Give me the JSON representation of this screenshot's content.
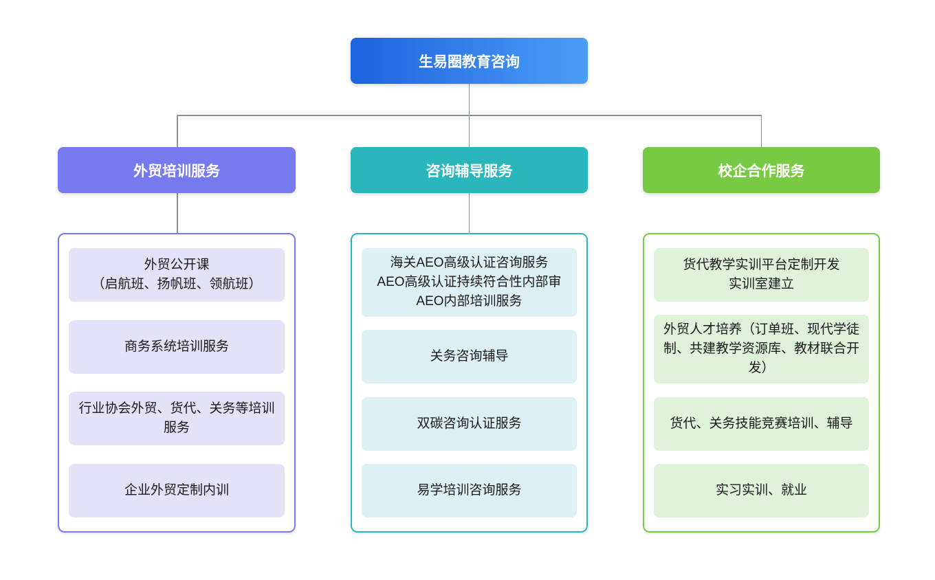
{
  "page": {
    "background": "#ffffff",
    "connector_color": "#8b919b",
    "text_color": "#1a1a1a"
  },
  "root": {
    "label": "生易圈教育咨询",
    "gradient_from": "#1d63de",
    "gradient_to": "#4b9ef7",
    "text_color": "#ffffff"
  },
  "branches": [
    {
      "label": "外贸培训服务",
      "accent": "#7779ef",
      "card_bg": "#e4e2f7",
      "items": [
        "外贸公开课\n（启航班、扬帆班、领航班）",
        "商务系统培训服务",
        "行业协会外贸、货代、关务等培训服务",
        "企业外贸定制内训"
      ]
    },
    {
      "label": "咨询辅导服务",
      "accent": "#29b7bd",
      "card_bg": "#ddf0f3",
      "items": [
        "海关AEO高级认证咨询服务\nAEO高级认证持续符合性内部审\nAEO内部培训服务",
        "关务咨询辅导",
        "双碳咨询认证服务",
        "易学培训咨询服务"
      ]
    },
    {
      "label": "校企合作服务",
      "accent": "#79ca43",
      "card_bg": "#dff2da",
      "items": [
        "货代教学实训平台定制开发\n实训室建立",
        "外贸人才培养（订单班、现代学徒制、共建教学资源库、教材联合开发）",
        "货代、关务技能竞赛培训、辅导",
        "实习实训、就业"
      ]
    }
  ]
}
